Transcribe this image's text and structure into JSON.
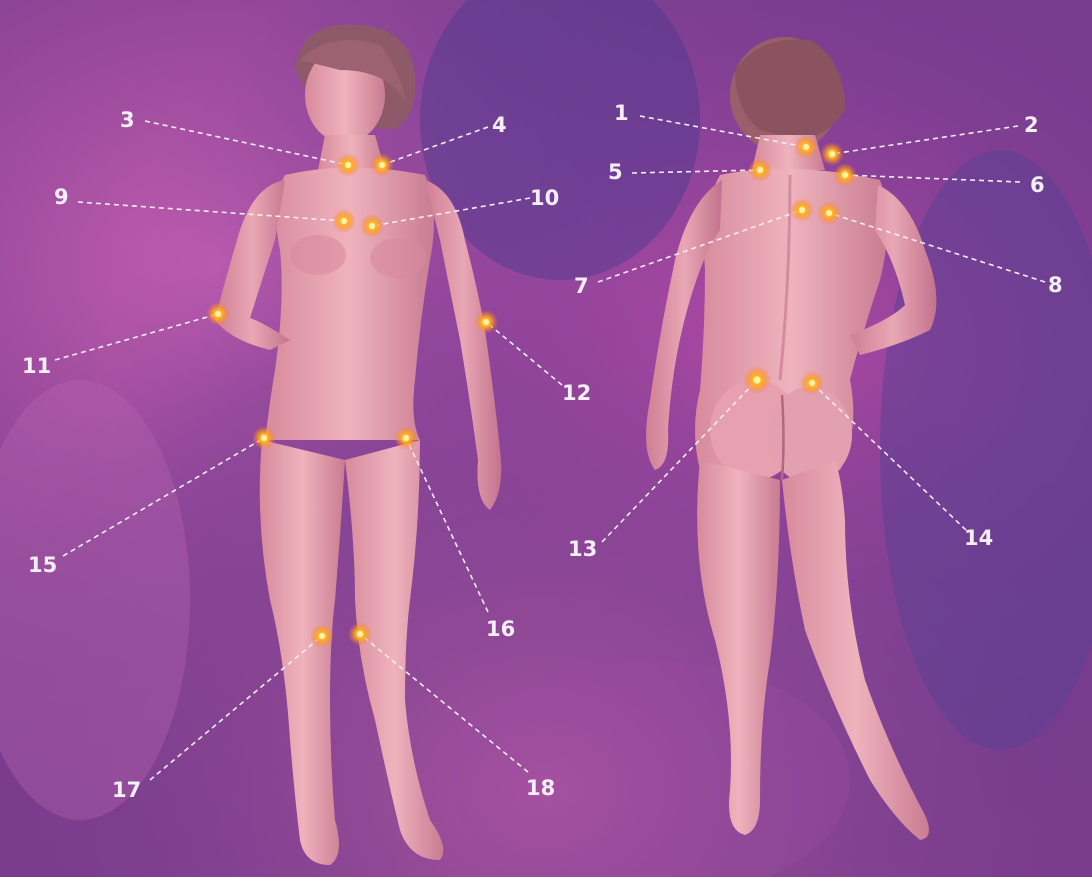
{
  "figure": {
    "left_view": "front",
    "right_view": "back",
    "background_colors": [
      "#6d3a8e",
      "#b04aa6",
      "#c15cb0",
      "#3e3b8a"
    ],
    "spot_color": "#ffb020"
  },
  "points": [
    {
      "id": "p1",
      "label": "1",
      "view": "back"
    },
    {
      "id": "p2",
      "label": "2",
      "view": "back"
    },
    {
      "id": "p3",
      "label": "3",
      "view": "front"
    },
    {
      "id": "p4",
      "label": "4",
      "view": "front"
    },
    {
      "id": "p5",
      "label": "5",
      "view": "back"
    },
    {
      "id": "p6",
      "label": "6",
      "view": "back"
    },
    {
      "id": "p7",
      "label": "7",
      "view": "back"
    },
    {
      "id": "p8",
      "label": "8",
      "view": "back"
    },
    {
      "id": "p9",
      "label": "9",
      "view": "front"
    },
    {
      "id": "p10",
      "label": "10",
      "view": "front"
    },
    {
      "id": "p11",
      "label": "11",
      "view": "front"
    },
    {
      "id": "p12",
      "label": "12",
      "view": "front"
    },
    {
      "id": "p13",
      "label": "13",
      "view": "back"
    },
    {
      "id": "p14",
      "label": "14",
      "view": "back"
    },
    {
      "id": "p15",
      "label": "15",
      "view": "front"
    },
    {
      "id": "p16",
      "label": "16",
      "view": "front"
    },
    {
      "id": "p17",
      "label": "17",
      "view": "front"
    },
    {
      "id": "p18",
      "label": "18",
      "view": "front"
    }
  ]
}
